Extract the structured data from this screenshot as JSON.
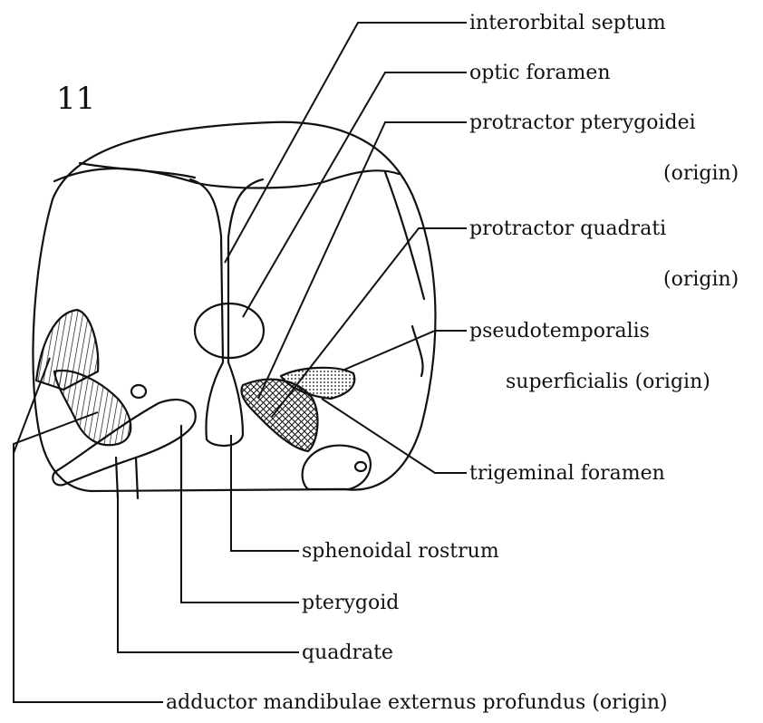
{
  "figure_number": "11",
  "labels": {
    "interorbital_septum": "interorbital septum",
    "optic_foramen": "optic foramen",
    "protractor_pterygoidei": "protractor pterygoidei",
    "protractor_pterygoidei_origin": "(origin)",
    "protractor_quadrati": "protractor quadrati",
    "protractor_quadrati_origin": "(origin)",
    "pseudotemporalis": "pseudotemporalis",
    "pseudotemporalis_superficialis_origin": "superficialis (origin)",
    "trigeminal_foramen": "trigeminal foramen",
    "sphenoidal_rostrum": "sphenoidal rostrum",
    "pterygoid": "pterygoid",
    "quadrate": "quadrate",
    "adductor_mandibulae": "adductor mandibulae externus profundus (origin)"
  }
}
